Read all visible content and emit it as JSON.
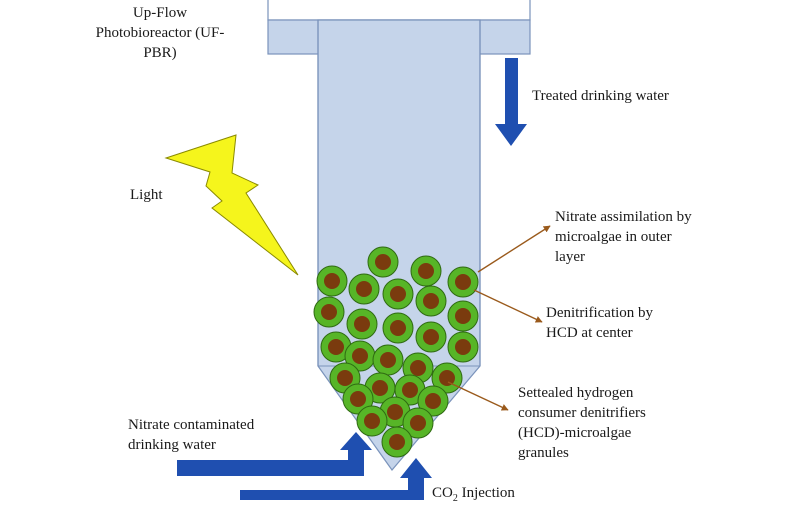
{
  "title": {
    "lines": [
      "Up-Flow",
      "Photobioreactor (UF-",
      "PBR)"
    ]
  },
  "labels": {
    "treated": "Treated drinking water",
    "light": "Light",
    "nitrate_assimilation": [
      "Nitrate assimilation by",
      "microalgae in outer",
      "layer"
    ],
    "denitrification": [
      "Denitrification by",
      "HCD at center"
    ],
    "settled": [
      "Settealed hydrogen",
      "consumer denitrifiers",
      "(HCD)-microalgae",
      "granules"
    ],
    "inflow": [
      "Nitrate contaminated",
      "drinking water"
    ],
    "co2": {
      "prefix": "CO",
      "subscript": "2",
      "suffix": " Injection"
    }
  },
  "colors": {
    "reactor_fill": "#c5d4ea",
    "reactor_stroke": "#7a93bb",
    "arrow_blue": "#1f4fb0",
    "granule_outer": "#57b527",
    "granule_inner": "#7a3b0e",
    "bolt": "#f5f51c",
    "pointer": "#9a5a1c"
  }
}
